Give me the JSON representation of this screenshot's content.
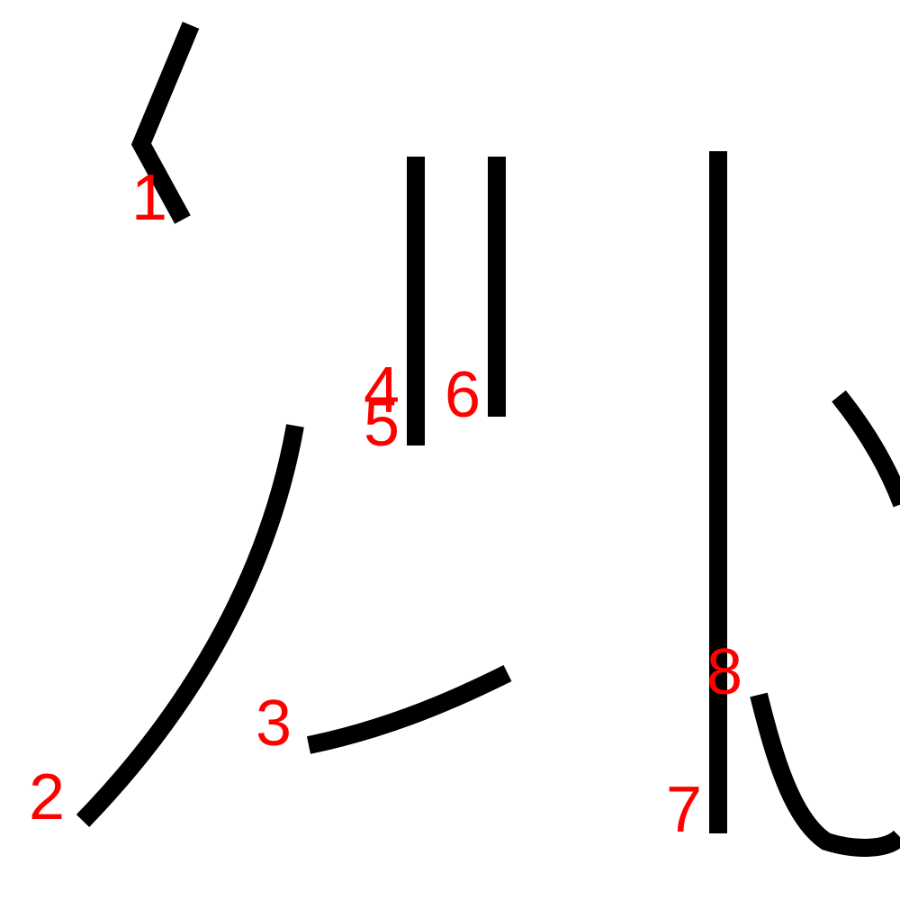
{
  "colors": {
    "background": "#ffffff",
    "stroke": "#000000",
    "label": "#ff0000"
  },
  "labels": {
    "stroke_1": "1",
    "stroke_2": "2",
    "stroke_3": "3",
    "stroke_4": "4",
    "stroke_5": "5",
    "stroke_6": "6",
    "stroke_7": "7",
    "stroke_8": "8"
  }
}
